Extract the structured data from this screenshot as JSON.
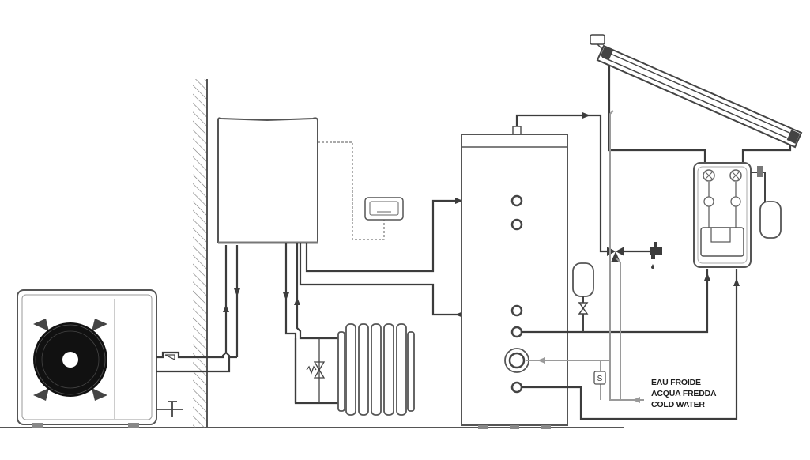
{
  "legend": {
    "line1": "EAU FROIDE",
    "line2": "ACQUA FREDDA",
    "line3": "COLD WATER"
  },
  "sensor_label": "S",
  "colors": {
    "pipe": "#3c3c3c",
    "cold_pipe": "#9a9a9a",
    "outline": "#555555",
    "hatch": "#777777",
    "fan": "#111111"
  },
  "icons": [
    "heat-pump-icon",
    "fan-icon",
    "boiler-icon",
    "thermostat-icon",
    "storage-tank-icon",
    "solar-panel-icon",
    "solar-station-icon",
    "expansion-vessel-icon",
    "radiator-icon",
    "tap-icon",
    "valve-icon"
  ]
}
